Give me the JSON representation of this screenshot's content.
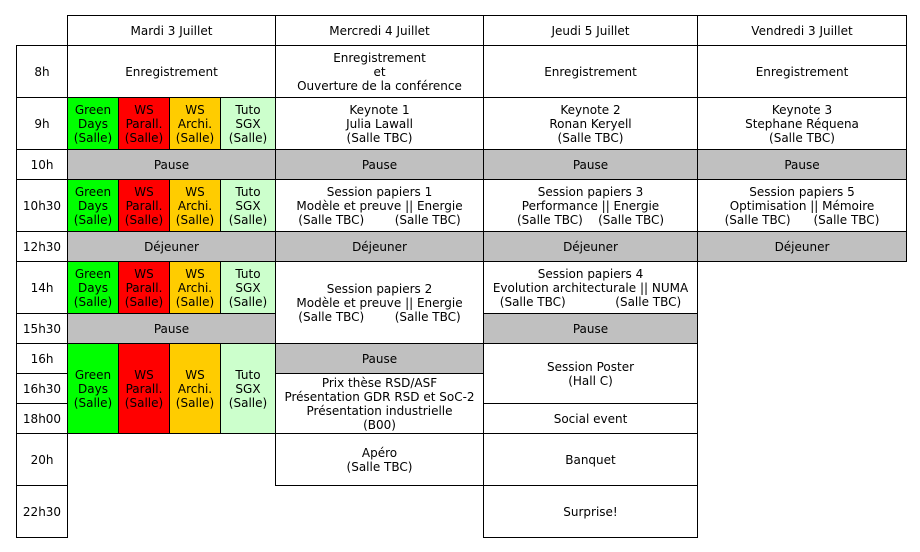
{
  "colors": {
    "pause": "#c0c0c0",
    "green_days": "#00ff00",
    "ws_parall": "#ff0000",
    "ws_archi": "#ffcc00",
    "tuto_sgx": "#ccffcc",
    "plain": "#ffffff"
  },
  "days": [
    "Mardi 3 Juillet",
    "Mercredi 4 Juillet",
    "Jeudi 5 Juillet",
    "Vendredi 3 Juillet"
  ],
  "times": [
    "8h",
    "9h",
    "10h",
    "10h30",
    "12h30",
    "14h",
    "15h30",
    "16h",
    "16h30",
    "18h00",
    "20h",
    "22h30"
  ],
  "labels": {
    "registration": "Enregistrement",
    "registration_open": "Enregistrement\net\nOuverture de la conférence",
    "pause": "Pause",
    "lunch": "Déjeuner",
    "green_days": "Green\nDays\n(Salle)",
    "ws_parall": "WS\nParall.\n(Salle)",
    "ws_archi": "WS\nArchi.\n(Salle)",
    "tuto_sgx": "Tuto\nSGX\n(Salle)",
    "keynote1": "Keynote 1\nJulia Lawall\n(Salle TBC)",
    "keynote2": "Keynote 2\nRonan Keryell\n(Salle TBC)",
    "keynote3": "Keynote 3\nStephane Réquena\n(Salle TBC)",
    "session1": "Session papiers 1\nModèle et preuve || Energie\n(Salle TBC)        (Salle TBC)",
    "session3": "Session papiers 3\nPerformance || Energie\n(Salle TBC)    (Salle TBC)",
    "session5": "Session papiers 5\nOptimisation || Mémoire\n(Salle TBC)      (Salle TBC)",
    "session2": "Session papiers 2\nModèle et preuve || Energie\n(Salle TBC)        (Salle TBC)",
    "session4": "Session papiers 4\nEvolution architecturale || NUMA\n(Salle TBC)             (Salle TBC)",
    "prix": "Prix thèse RSD/ASF\nPrésentation GDR RSD et SoC-2\nPrésentation industrielle\n(B00)",
    "poster": "Session Poster\n(Hall C)",
    "social": "Social event",
    "apero": "Apéro\n(Salle TBC)",
    "banquet": "Banquet",
    "surprise": "Surprise!"
  }
}
